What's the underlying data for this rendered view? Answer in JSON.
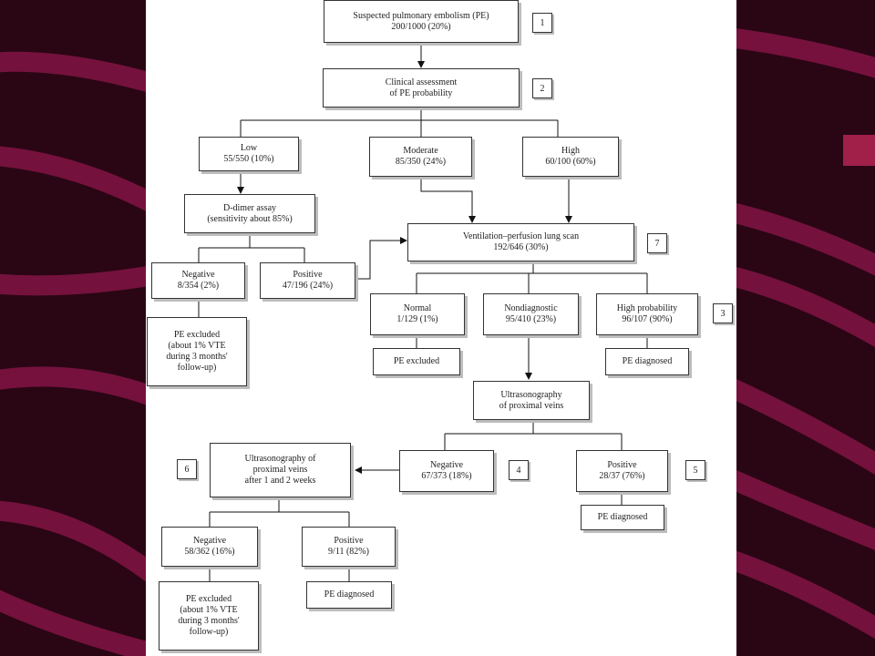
{
  "nodes": {
    "suspected_pe": {
      "line1": "Suspected pulmonary embolism (PE)",
      "line2": "200/1000 (20%)"
    },
    "clinical_assessment": {
      "line1": "Clinical assessment",
      "line2": "of PE probability"
    },
    "low": {
      "line1": "Low",
      "line2": "55/550 (10%)"
    },
    "moderate": {
      "line1": "Moderate",
      "line2": "85/350 (24%)"
    },
    "high": {
      "line1": "High",
      "line2": "60/100 (60%)"
    },
    "d_dimer": {
      "line1": "D-dimer assay",
      "line2": "(sensitivity about 85%)"
    },
    "vq_scan": {
      "line1": "Ventilation–perfusion lung scan",
      "line2": "192/646 (30%)"
    },
    "dd_negative": {
      "line1": "Negative",
      "line2": "8/354 (2%)"
    },
    "dd_positive": {
      "line1": "Positive",
      "line2": "47/196 (24%)"
    },
    "pe_excluded_1": {
      "line1": "PE excluded",
      "line2": "(about 1% VTE",
      "line3": "during 3 months'",
      "line4": "follow-up)"
    },
    "normal": {
      "line1": "Normal",
      "line2": "1/129 (1%)"
    },
    "nondiagnostic": {
      "line1": "Nondiagnostic",
      "line2": "95/410 (23%)"
    },
    "high_probability": {
      "line1": "High probability",
      "line2": "96/107 (90%)"
    },
    "pe_excluded_2": {
      "line1": "PE excluded"
    },
    "pe_diagnosed_1": {
      "line1": "PE diagnosed"
    },
    "us_proximal": {
      "line1": "Ultrasonography",
      "line2": "of proximal veins"
    },
    "us_serial": {
      "line1": "Ultrasonography of",
      "line2": "proximal veins",
      "line3": "after 1 and 2 weeks"
    },
    "us_negative": {
      "line1": "Negative",
      "line2": "67/373 (18%)"
    },
    "us_positive": {
      "line1": "Positive",
      "line2": "28/37 (76%)"
    },
    "pe_diagnosed_2": {
      "line1": "PE diagnosed"
    },
    "serial_negative": {
      "line1": "Negative",
      "line2": "58/362 (16%)"
    },
    "serial_positive": {
      "line1": "Positive",
      "line2": "9/11 (82%)"
    },
    "pe_excluded_3": {
      "line1": "PE excluded",
      "line2": "(about 1% VTE",
      "line3": "during 3 months'",
      "line4": "follow-up)"
    },
    "pe_diagnosed_3": {
      "line1": "PE diagnosed"
    }
  },
  "badges": {
    "b1": "1",
    "b2": "2",
    "b3": "3",
    "b4": "4",
    "b5": "5",
    "b6": "6",
    "b7": "7"
  },
  "colors": {
    "background": "#2a0614",
    "stripe": "#7a1240",
    "panel": "#ffffff",
    "accent_tab": "#a0204a"
  }
}
